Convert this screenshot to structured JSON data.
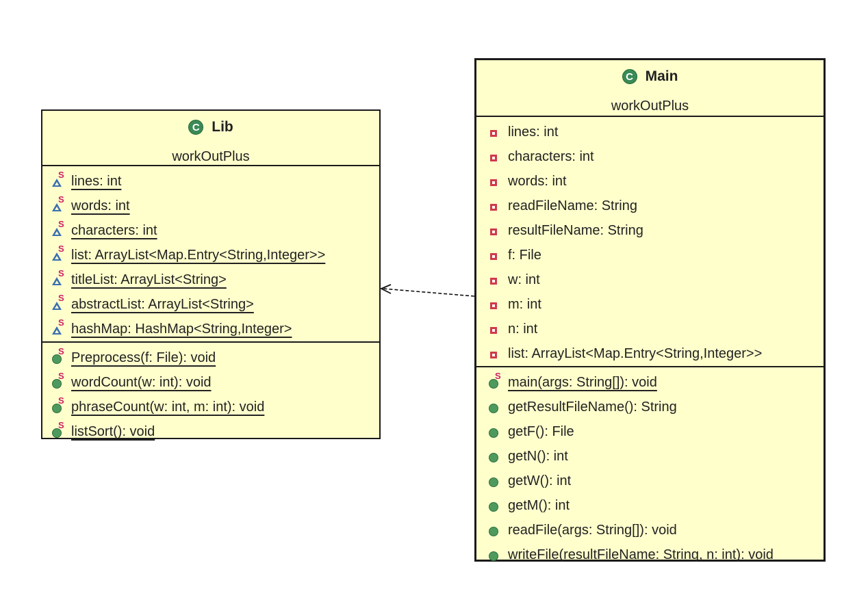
{
  "classes": {
    "lib": {
      "name": "Lib",
      "package": "workOutPlus",
      "fields": [
        {
          "text": "lines: int",
          "static": true,
          "visibility": "package"
        },
        {
          "text": "words: int",
          "static": true,
          "visibility": "package"
        },
        {
          "text": "characters: int",
          "static": true,
          "visibility": "package"
        },
        {
          "text": "list: ArrayList<Map.Entry<String,Integer>>",
          "static": true,
          "visibility": "package"
        },
        {
          "text": "titleList: ArrayList<String>",
          "static": true,
          "visibility": "package"
        },
        {
          "text": "abstractList: ArrayList<String>",
          "static": true,
          "visibility": "package"
        },
        {
          "text": "hashMap: HashMap<String,Integer>",
          "static": true,
          "visibility": "package"
        }
      ],
      "methods": [
        {
          "text": "Preprocess(f: File): void",
          "static": true,
          "visibility": "public"
        },
        {
          "text": "wordCount(w: int): void",
          "static": true,
          "visibility": "public"
        },
        {
          "text": "phraseCount(w: int, m: int): void",
          "static": true,
          "visibility": "public"
        },
        {
          "text": "listSort(): void",
          "static": true,
          "visibility": "public"
        }
      ]
    },
    "main": {
      "name": "Main",
      "package": "workOutPlus",
      "fields": [
        {
          "text": "lines: int",
          "static": false,
          "visibility": "private"
        },
        {
          "text": "characters: int",
          "static": false,
          "visibility": "private"
        },
        {
          "text": "words: int",
          "static": false,
          "visibility": "private"
        },
        {
          "text": "readFileName: String",
          "static": false,
          "visibility": "private"
        },
        {
          "text": "resultFileName: String",
          "static": false,
          "visibility": "private"
        },
        {
          "text": "f: File",
          "static": false,
          "visibility": "private"
        },
        {
          "text": "w: int",
          "static": false,
          "visibility": "private"
        },
        {
          "text": "m: int",
          "static": false,
          "visibility": "private"
        },
        {
          "text": "n: int",
          "static": false,
          "visibility": "private"
        },
        {
          "text": "list: ArrayList<Map.Entry<String,Integer>>",
          "static": false,
          "visibility": "private"
        }
      ],
      "methods": [
        {
          "text": "main(args: String[]): void",
          "static": true,
          "visibility": "public"
        },
        {
          "text": "getResultFileName(): String",
          "static": false,
          "visibility": "public"
        },
        {
          "text": "getF(): File",
          "static": false,
          "visibility": "public"
        },
        {
          "text": "getN(): int",
          "static": false,
          "visibility": "public"
        },
        {
          "text": "getW(): int",
          "static": false,
          "visibility": "public"
        },
        {
          "text": "getM(): int",
          "static": false,
          "visibility": "public"
        },
        {
          "text": "readFile(args: String[]): void",
          "static": false,
          "visibility": "public"
        },
        {
          "text": "writeFile(resultFileName: String, n: int): void",
          "static": false,
          "visibility": "public"
        }
      ]
    }
  },
  "relationships": [
    {
      "from": "Main",
      "to": "Lib",
      "type": "dependency",
      "style": "dashed",
      "arrowhead": "open"
    }
  ],
  "static_marker": "S",
  "class_icon_letter": "C",
  "colors": {
    "class_fill": "#ffffcc",
    "border": "#1a1a1a",
    "class_icon": "#3a8a55",
    "public_icon": "#4e9a5e",
    "package_icon": "#3a6fb0",
    "private_icon": "#d03a4a",
    "static_marker": "#cc2266"
  }
}
